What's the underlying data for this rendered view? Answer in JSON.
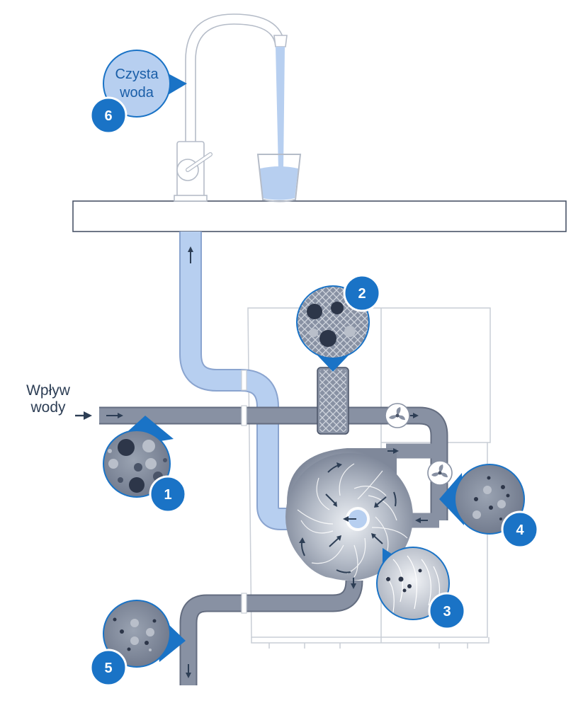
{
  "labels": {
    "clean_water_line1": "Czysta",
    "clean_water_line2": "woda",
    "inflow_line1": "Wpływ",
    "inflow_line2": "wody"
  },
  "steps": [
    "1",
    "2",
    "3",
    "4",
    "5",
    "6"
  ],
  "colors": {
    "badge_blue": "#1a73c6",
    "clean_pipe": "#b7cff0",
    "dirty_pipe": "#8891a3",
    "dark_grey": "#4a5468",
    "outline": "#c9ced6",
    "arrow": "#2d3e55"
  },
  "icons": [
    "faucet-icon",
    "glass-icon",
    "fan-icon",
    "arrow-icon"
  ]
}
